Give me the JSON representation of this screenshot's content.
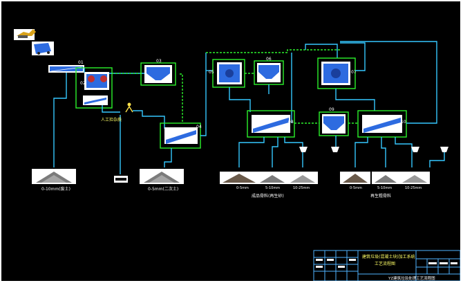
{
  "equipment_tags": {
    "feeder": "01",
    "jaw_crusher": "02",
    "bin_1": "03",
    "screen_1": "04",
    "impact_crusher_1": "05",
    "bin_2": "06",
    "impact_crusher_2": "07",
    "screen_2": "08",
    "bin_3": "09",
    "screen_3": "10"
  },
  "labels": {
    "manual_pick": "人工捡杂质",
    "pile_1": "0-10mm(废土)",
    "pile_2": "0-5mm(二次土)",
    "pile_3a": "0-5mm",
    "pile_3b": "5-10mm",
    "pile_3c": "10-25mm",
    "pile_4a": "0-5mm",
    "pile_4b": "5-10mm",
    "pile_4c": "10-25mm",
    "group_left": "成品骨料(再生砂)",
    "group_right": "再生粗骨料"
  },
  "title_block": {
    "title_line1": "建筑垃圾(混凝土块)加工系统",
    "title_line2": "工艺流程图",
    "footer": "YZ建筑垃圾处理工艺流程图"
  },
  "colors": {
    "background": "#000000",
    "pipe": "#35c8ff",
    "frame": "#2cf22c",
    "equipment": "#2d6be0"
  }
}
